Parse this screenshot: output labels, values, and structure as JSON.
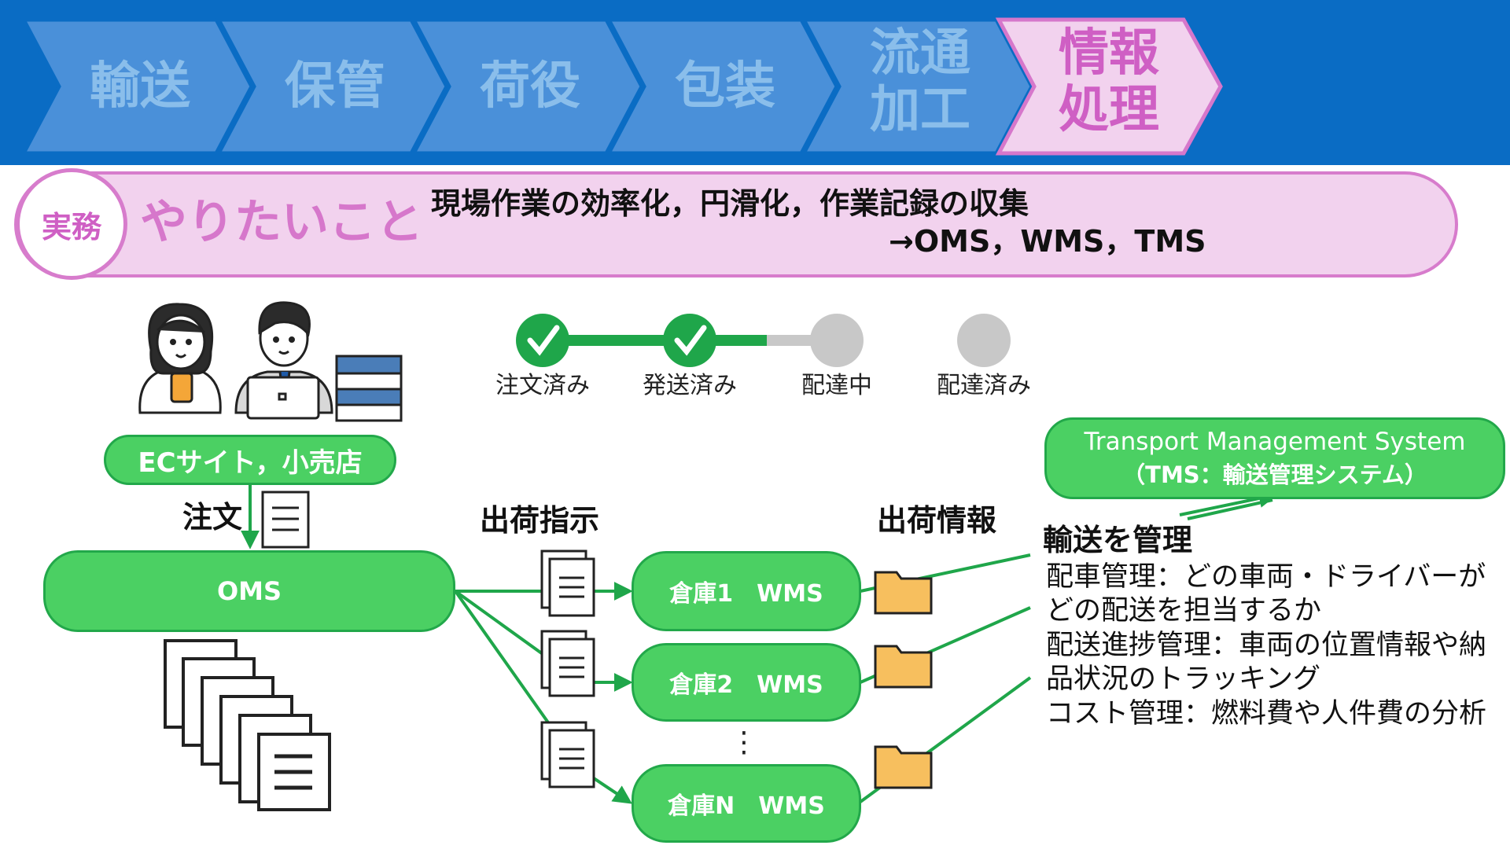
{
  "process_steps": [
    {
      "line1": "輸送",
      "line2": ""
    },
    {
      "line1": "保管",
      "line2": ""
    },
    {
      "line1": "荷役",
      "line2": ""
    },
    {
      "line1": "包装",
      "line2": ""
    },
    {
      "line1": "流通",
      "line2": "加工"
    },
    {
      "line1": "情報",
      "line2": "処理"
    }
  ],
  "banner": {
    "badge": "実務",
    "heading": "やりたいこと",
    "goal_line1": "現場作業の効率化，円滑化，作業記録の収集",
    "goal_line2": "→OMS，WMS，TMS"
  },
  "status_steps": [
    "注文済み",
    "発送済み",
    "配達中",
    "配達済み"
  ],
  "status_completed": 2,
  "nodes": {
    "ec": "ECサイト，小売店",
    "oms": "OMS",
    "wms1": "倉庫1　WMS",
    "wms2": "倉庫2　WMS",
    "wmsn": "倉庫N　WMS",
    "tms_line1": "Transport Management System",
    "tms_line2": "（TMS：輸送管理システム）",
    "ellipsis": "⋮"
  },
  "labels": {
    "order": "注文",
    "shipping_instruction": "出荷指示",
    "shipping_info": "出荷情報",
    "manage_transport": "輸送を管理"
  },
  "tms_details": [
    "配車管理：どの車両・ドライバーが",
    "どの配送を担当するか",
    "配送進捗管理：車両の位置情報や納",
    "品状況のトラッキング",
    "コスト管理：燃料費や人件費の分析"
  ],
  "colors": {
    "ribbon": "#0a6cc4",
    "chevron": "#4a90d9",
    "active_chevron": "#f2d2ee",
    "accent_pink": "#d677cb",
    "node_green": "#4bd063",
    "line_green": "#1fa64a",
    "pending_gray": "#c8c8c8",
    "folder": "#f7bf5e"
  }
}
